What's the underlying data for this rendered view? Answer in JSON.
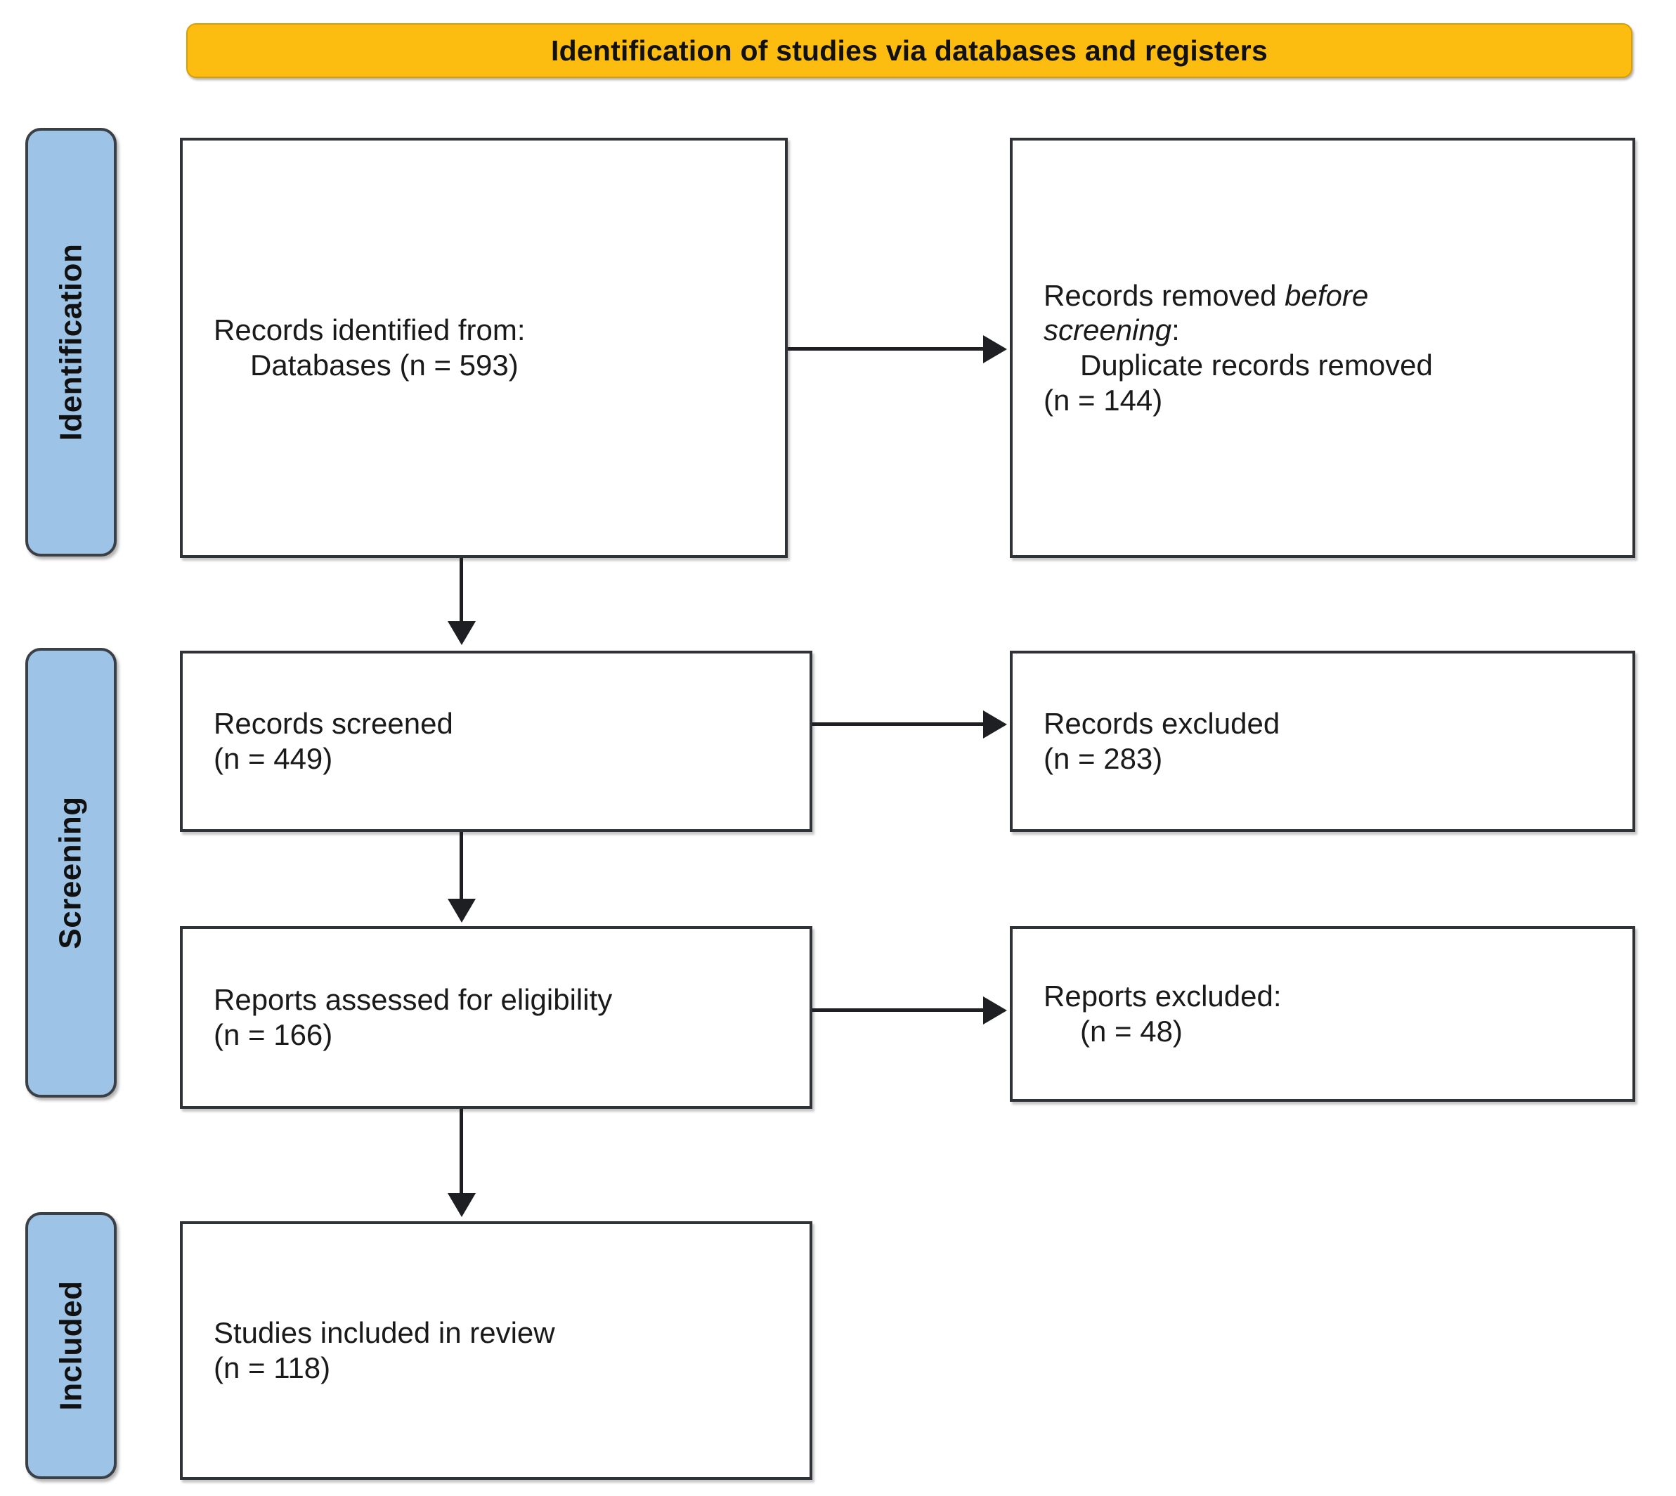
{
  "banner": {
    "title": "Identification of studies via databases and registers"
  },
  "stages": [
    {
      "id": "identification",
      "label": "Identification"
    },
    {
      "id": "screening",
      "label": "Screening"
    },
    {
      "id": "included",
      "label": "Included"
    }
  ],
  "boxes": {
    "identified": {
      "line1": "Records identified from:",
      "line2": "Databases (n = 593)"
    },
    "removed": {
      "line1_lead": "Records removed ",
      "line1_italic": "before",
      "line2_italic": "screening",
      "line2_tail": ":",
      "line3": "Duplicate records removed",
      "line4": "(n = 144)"
    },
    "screened": {
      "line1": "Records screened",
      "line2": "(n = 449)"
    },
    "excluded": {
      "line1": "Records excluded",
      "line2": "(n = 283)"
    },
    "eligibility": {
      "line1": "Reports assessed for eligibility",
      "line2": "(n = 166)"
    },
    "reports_excluded": {
      "line1": "Reports excluded:",
      "line2": "(n = 48)"
    },
    "included": {
      "line1": "Studies included in review",
      "line2": "(n = 118)"
    }
  },
  "colors": {
    "banner_fill": "#fdbd10",
    "stage_fill": "#9dc3e6",
    "box_border": "#2f3237",
    "connector": "#1d1f22",
    "text": "#1a1a1a"
  }
}
